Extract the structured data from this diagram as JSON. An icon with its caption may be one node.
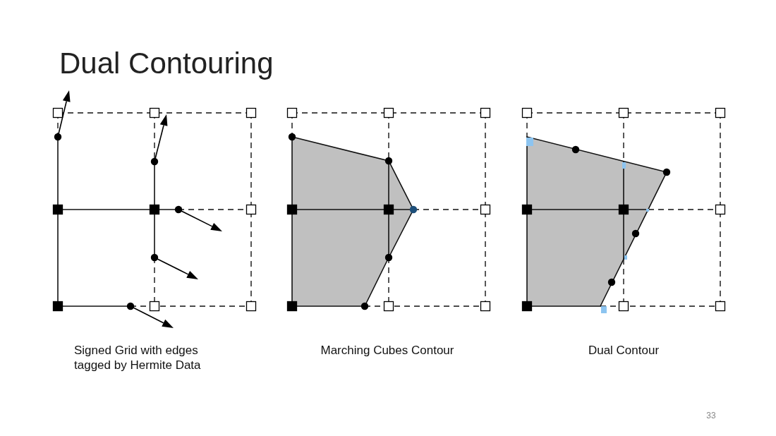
{
  "diagram": {
    "title": "Dual Contouring",
    "labels": [
      "Signed Grid with edges tagged by Hermite Data",
      "Marching Cubes Contour",
      "Dual Contour",
      "33"
    ]
  }
}
